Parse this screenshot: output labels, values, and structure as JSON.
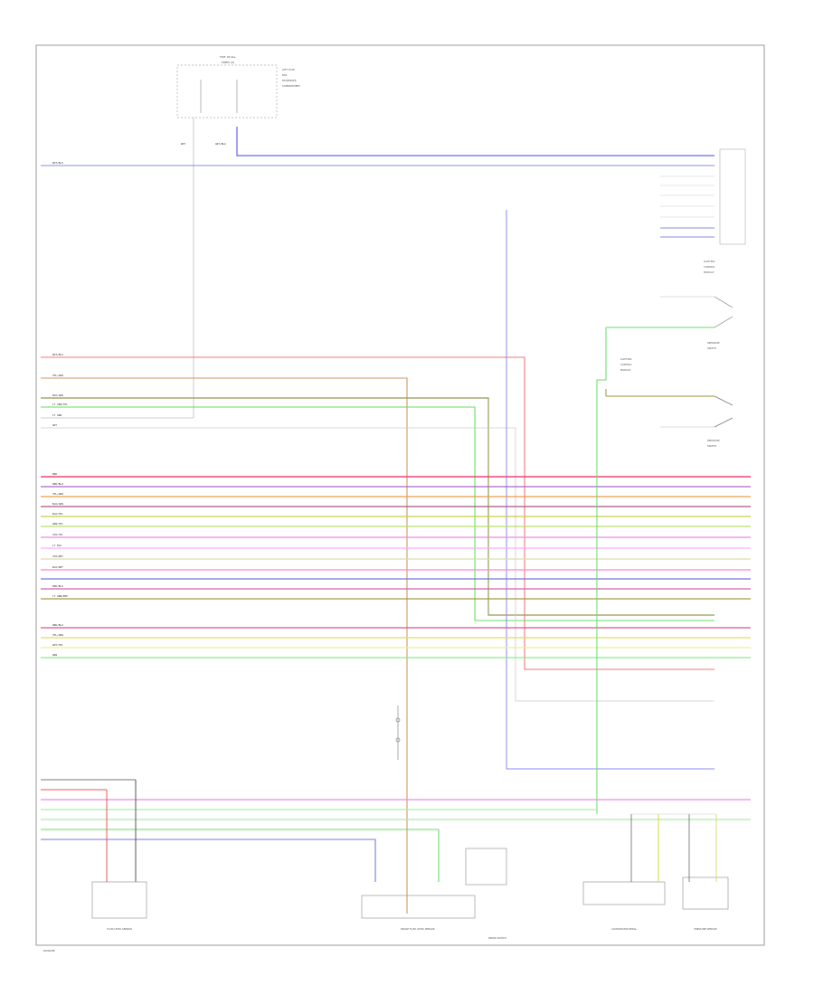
{
  "diagram": {
    "footer_code": "W29298",
    "top_header": [
      "HOT AT ALL",
      "TIMES (2)"
    ],
    "top_fuse_labels": [
      "LEFT FUSE",
      "BOX",
      "PASSENGER",
      "COMPARTMENT"
    ],
    "top_wires": [
      "WHT",
      "GRY/BLU"
    ],
    "left_wire_labels": [
      "WHT/BLU",
      "YEL/GRN",
      "BLK/GRN",
      "LT GRN/YEL",
      "LT GRN",
      "GRY",
      "WHT/BLU"
    ],
    "bus_wire_labels": [
      "PNK",
      "PNK/BLU",
      "YEL/GRN",
      "BLU/GRN",
      "BLK/YEL",
      "GRN/YEL",
      "VIO/YEL",
      "LT BLU",
      "VIO/WHT",
      "BLU/WHT",
      "PNK/BLU",
      "LT GRN/RED"
    ],
    "bus_wire_labels_2": [
      "PNK/BLU",
      "YEL/GRN",
      "GRY/YEL",
      "GRN"
    ],
    "right_labels": [
      "LIGHTING",
      "CONTROL",
      "MODULE",
      "PRESSURE",
      "SWITCH",
      "PRESSURE",
      "SWITCH"
    ],
    "bottom_components": [
      "FLUID LEVEL SENSOR",
      "BRAKE FLUID LEVEL SENSOR",
      "BRAKE SWITCH",
      "ACCELERATOR PEDAL",
      "PRESSURE SENSOR"
    ],
    "small_notes": [
      "LIGHTING",
      "CONTROL",
      "MODULE",
      "ABS",
      "GROUND"
    ]
  }
}
